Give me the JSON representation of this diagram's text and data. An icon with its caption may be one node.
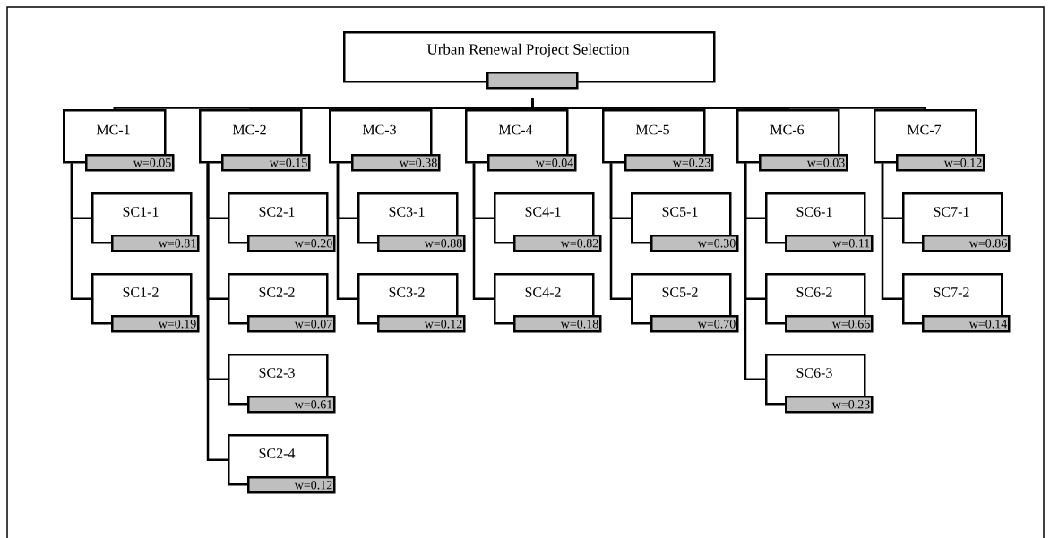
{
  "diagram": {
    "nodes": [
      {
        "text": [
          "Urban Renewal Project Selection"
        ]
      },
      {
        "text": [
          "MC-1",
          "w=0.05"
        ]
      },
      {
        "text": [
          "SC1-1",
          "w=0.81"
        ]
      },
      {
        "text": [
          "SC1-2",
          "w=0.19"
        ]
      },
      {
        "text": [
          "MC-2",
          "w=0.15"
        ]
      },
      {
        "text": [
          "SC2-1",
          "w=0.20"
        ]
      },
      {
        "text": [
          "SC2-2",
          "w=0.07"
        ]
      },
      {
        "text": [
          "SC2-3",
          "w=0.61"
        ]
      },
      {
        "text": [
          "SC2-4",
          "w=0.12"
        ]
      },
      {
        "text": [
          "MC-3",
          "w=0.38"
        ]
      },
      {
        "text": [
          "SC3-1",
          "w=0.88"
        ]
      },
      {
        "text": [
          "SC3-2",
          "w=0.12"
        ]
      },
      {
        "text": [
          "MC-4",
          "w=0.04"
        ]
      },
      {
        "text": [
          "SC4-1",
          "w=0.82"
        ]
      },
      {
        "text": [
          "SC4-2",
          "w=0.18"
        ]
      },
      {
        "text": [
          "MC-5",
          "w=0.23"
        ]
      },
      {
        "text": [
          "SC5-1",
          "w=0.30"
        ]
      },
      {
        "text": [
          "SC5-2",
          "w=0.70"
        ]
      },
      {
        "text": [
          "MC-6",
          "w=0.03"
        ]
      },
      {
        "text": [
          "SC6-1",
          "w=0.11"
        ]
      },
      {
        "text": [
          "SC6-2",
          "w=0.66"
        ]
      },
      {
        "text": [
          "SC6-3",
          "w=0.23"
        ]
      },
      {
        "text": [
          "MC-7",
          "w=0.12"
        ]
      },
      {
        "text": [
          "SC7-1",
          "w=0.86"
        ]
      },
      {
        "text": [
          "SC7-2",
          "w=0.14"
        ]
      }
    ],
    "edges": [
      {
        "from": 0,
        "to": 1,
        "arrow": "none"
      },
      {
        "from": 0,
        "to": 4,
        "arrow": "none"
      },
      {
        "from": 0,
        "to": 9,
        "arrow": "none"
      },
      {
        "from": 0,
        "to": 12,
        "arrow": "none"
      },
      {
        "from": 0,
        "to": 15,
        "arrow": "none"
      },
      {
        "from": 0,
        "to": 18,
        "arrow": "none"
      },
      {
        "from": 0,
        "to": 22,
        "arrow": "none"
      },
      {
        "from": 1,
        "to": 2,
        "arrow": "none"
      },
      {
        "from": 1,
        "to": 3,
        "arrow": "none"
      },
      {
        "from": 4,
        "to": 5,
        "arrow": "none"
      },
      {
        "from": 4,
        "to": 6,
        "arrow": "none"
      },
      {
        "from": 4,
        "to": 7,
        "arrow": "none"
      },
      {
        "from": 4,
        "to": 8,
        "arrow": "none"
      },
      {
        "from": 9,
        "to": 10,
        "arrow": "none"
      },
      {
        "from": 9,
        "to": 11,
        "arrow": "none"
      },
      {
        "from": 12,
        "to": 13,
        "arrow": "none"
      },
      {
        "from": 12,
        "to": 14,
        "arrow": "none"
      },
      {
        "from": 15,
        "to": 16,
        "arrow": "none"
      },
      {
        "from": 15,
        "to": 17,
        "arrow": "none"
      },
      {
        "from": 18,
        "to": 19,
        "arrow": "none"
      },
      {
        "from": 18,
        "to": 20,
        "arrow": "none"
      },
      {
        "from": 18,
        "to": 21,
        "arrow": "none"
      },
      {
        "from": 22,
        "to": 23,
        "arrow": "none"
      },
      {
        "from": 22,
        "to": 24,
        "arrow": "none"
      }
    ]
  }
}
